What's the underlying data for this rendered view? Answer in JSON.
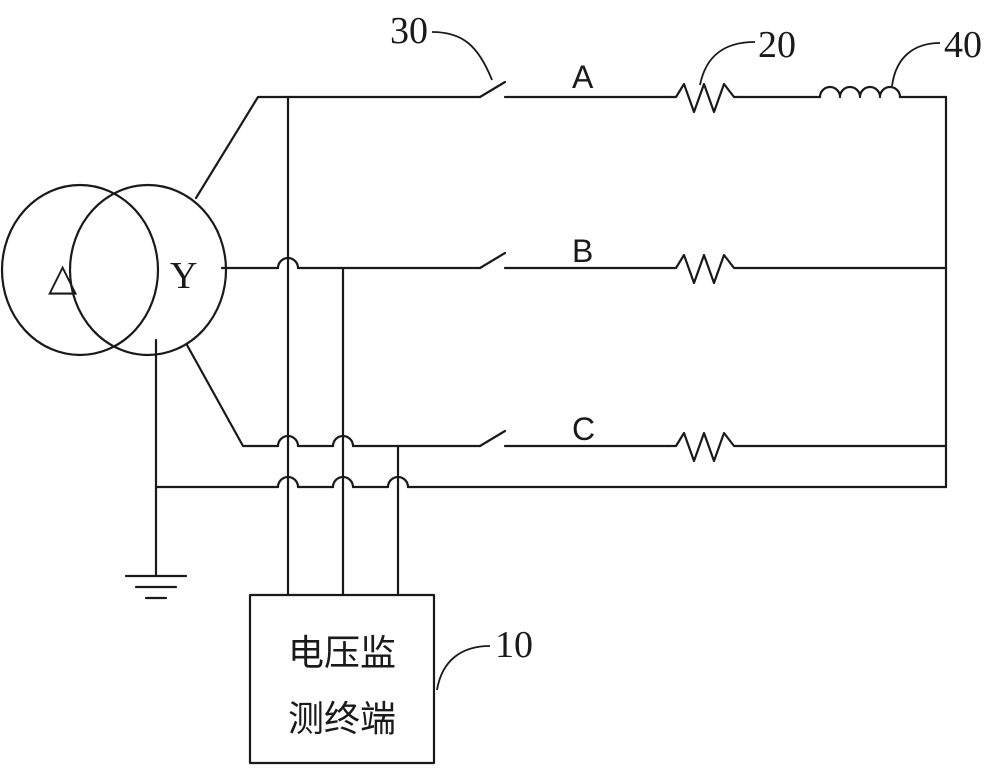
{
  "transformer": {
    "primary_symbol": "△",
    "secondary_symbol": "Y"
  },
  "phases": {
    "a": "A",
    "b": "B",
    "c": "C"
  },
  "references": {
    "switch": "30",
    "resistor": "20",
    "inductor": "40",
    "terminal": "10"
  },
  "terminal": {
    "line1": "电压监",
    "line2": "测终端"
  }
}
